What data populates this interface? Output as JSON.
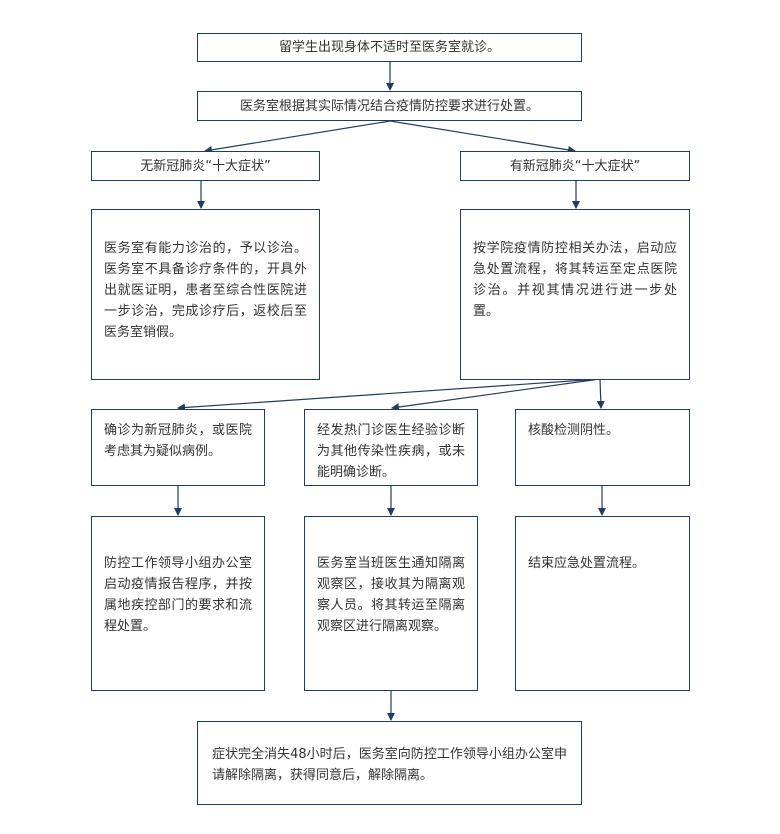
{
  "flowchart": {
    "nodes": {
      "start": "留学生出现身体不适时至医务室就诊。",
      "assess": "医务室根据其实际情况结合疫情防控要求进行处置。",
      "no_symptoms": "无新冠肺炎“十大症状”",
      "has_symptoms": "有新冠肺炎“十大症状”",
      "no_symptoms_action": "医务室有能力诊治的，予以诊治。医务室不具备诊疗条件的，开具外出就医证明，患者至综合性医院进一步诊治，完成诊疗后，返校后至医务室销假。",
      "has_symptoms_action": "按学院疫情防控相关办法，启动应急处置流程，将其转运至定点医院诊治。并视其情况进行进一步处置。",
      "confirmed": "确诊为新冠肺炎，或医院考虑其为疑似病例。",
      "other_disease": "经发热门诊医生经验诊断为其他传染性疾病，或未能明确诊断。",
      "negative": "核酸检测阴性。",
      "report": "防控工作领导小组办公室启动疫情报告程序，并按属地疾控部门的要求和流程处置。",
      "isolate": "医务室当班医生通知隔离观察区，接收其为隔离观察人员。将其转运至隔离观察区进行隔离观察。",
      "end_emergency": "结束应急处置流程。",
      "release": "症状完全消失48小时后，医务室向防控工作领导小组办公室申请解除隔离，获得同意后，解除隔离。"
    },
    "colors": {
      "border": "#1f3c63",
      "arrow": "#1f3c63",
      "text": "#333333"
    }
  }
}
